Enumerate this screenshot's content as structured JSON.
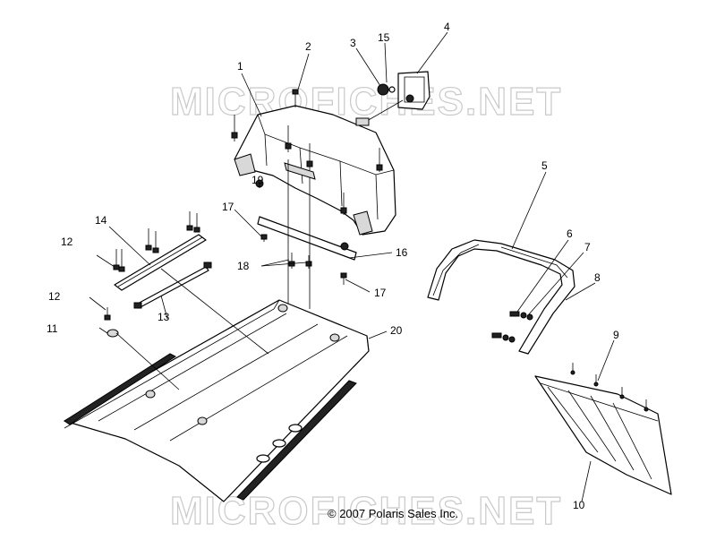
{
  "watermark": {
    "top": "MICROFICHES.NET",
    "bottom": "MICROFICHES.NET"
  },
  "copyright": "© 2007 Polaris Sales Inc.",
  "callouts": [
    "1",
    "2",
    "3",
    "4",
    "5",
    "6",
    "7",
    "8",
    "9",
    "10",
    "11",
    "12",
    "12",
    "13",
    "14",
    "15",
    "16",
    "17",
    "17",
    "18",
    "19",
    "20"
  ]
}
